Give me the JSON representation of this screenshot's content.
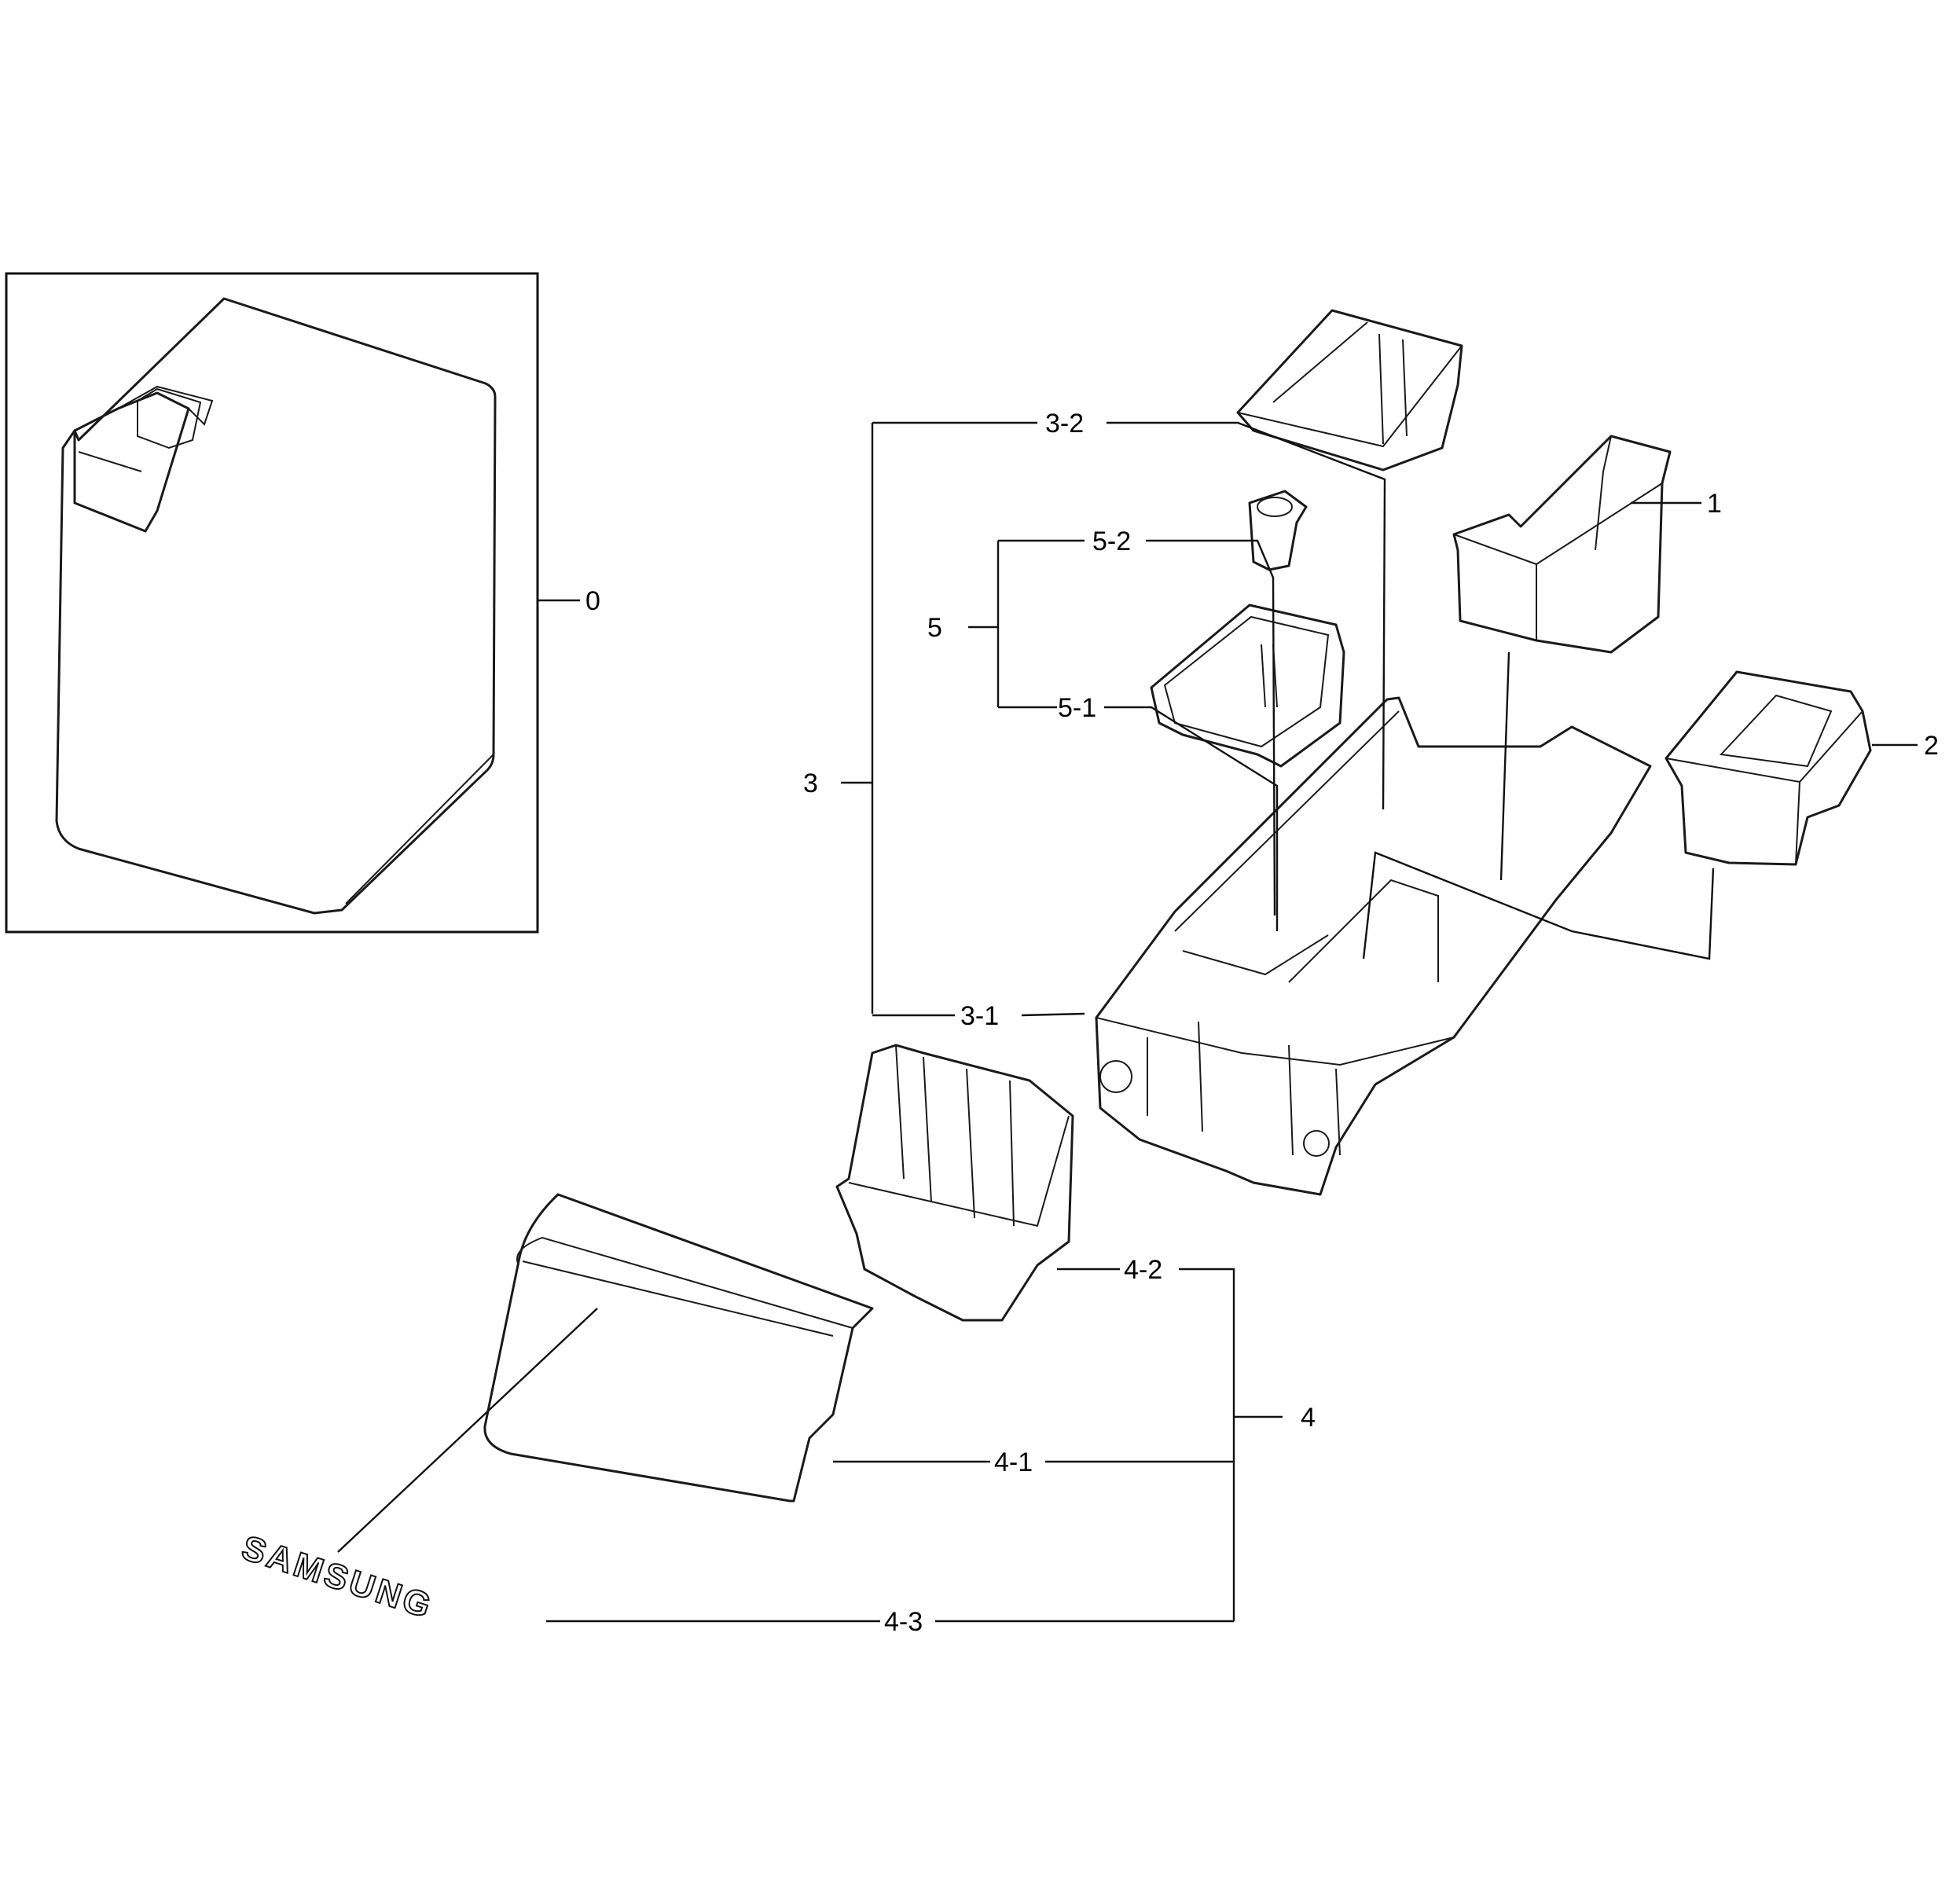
{
  "callouts": {
    "c0": "0",
    "c1": "1",
    "c2": "2",
    "c3": "3",
    "c3_1": "3-1",
    "c3_2": "3-2",
    "c4": "4",
    "c4_1": "4-1",
    "c4_2": "4-2",
    "c4_3": "4-3",
    "c5": "5",
    "c5_1": "5-1",
    "c5_2": "5-2"
  },
  "logo_text": "SAMSUNG"
}
